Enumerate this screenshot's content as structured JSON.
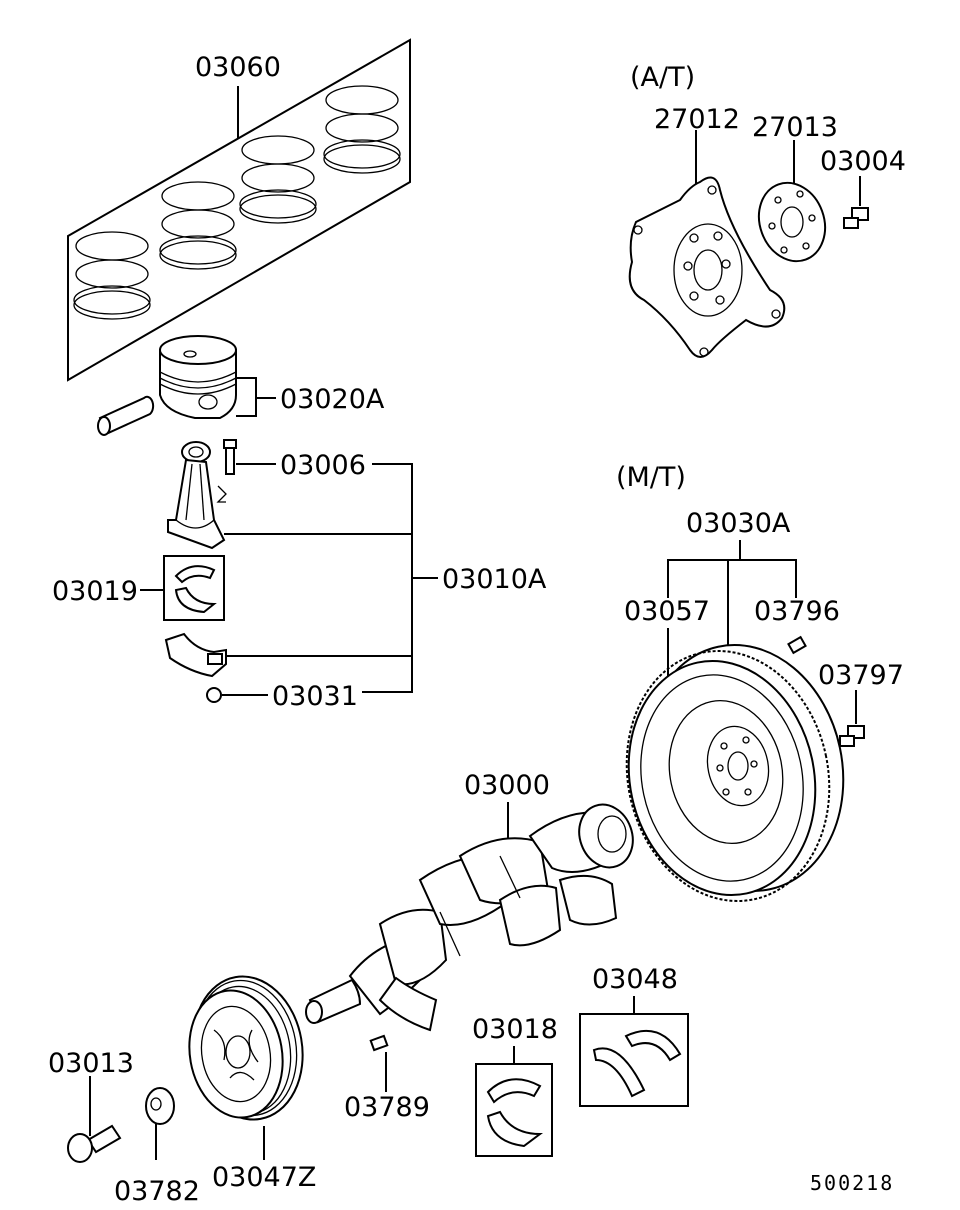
{
  "labels": {
    "p03060": "03060",
    "p03020a": "03020A",
    "p03006": "03006",
    "p03010a": "03010A",
    "p03019": "03019",
    "p03031": "03031",
    "at": "(A/T)",
    "p27012": "27012",
    "p27013": "27013",
    "p03004": "03004",
    "mt": "(M/T)",
    "p03030a": "03030A",
    "p03057": "03057",
    "p03796": "03796",
    "p03797": "03797",
    "p03000": "03000",
    "p03048": "03048",
    "p03018": "03018",
    "p03013": "03013",
    "p03789": "03789",
    "p03782": "03782",
    "p03047z": "03047Z",
    "ref": "500218"
  }
}
